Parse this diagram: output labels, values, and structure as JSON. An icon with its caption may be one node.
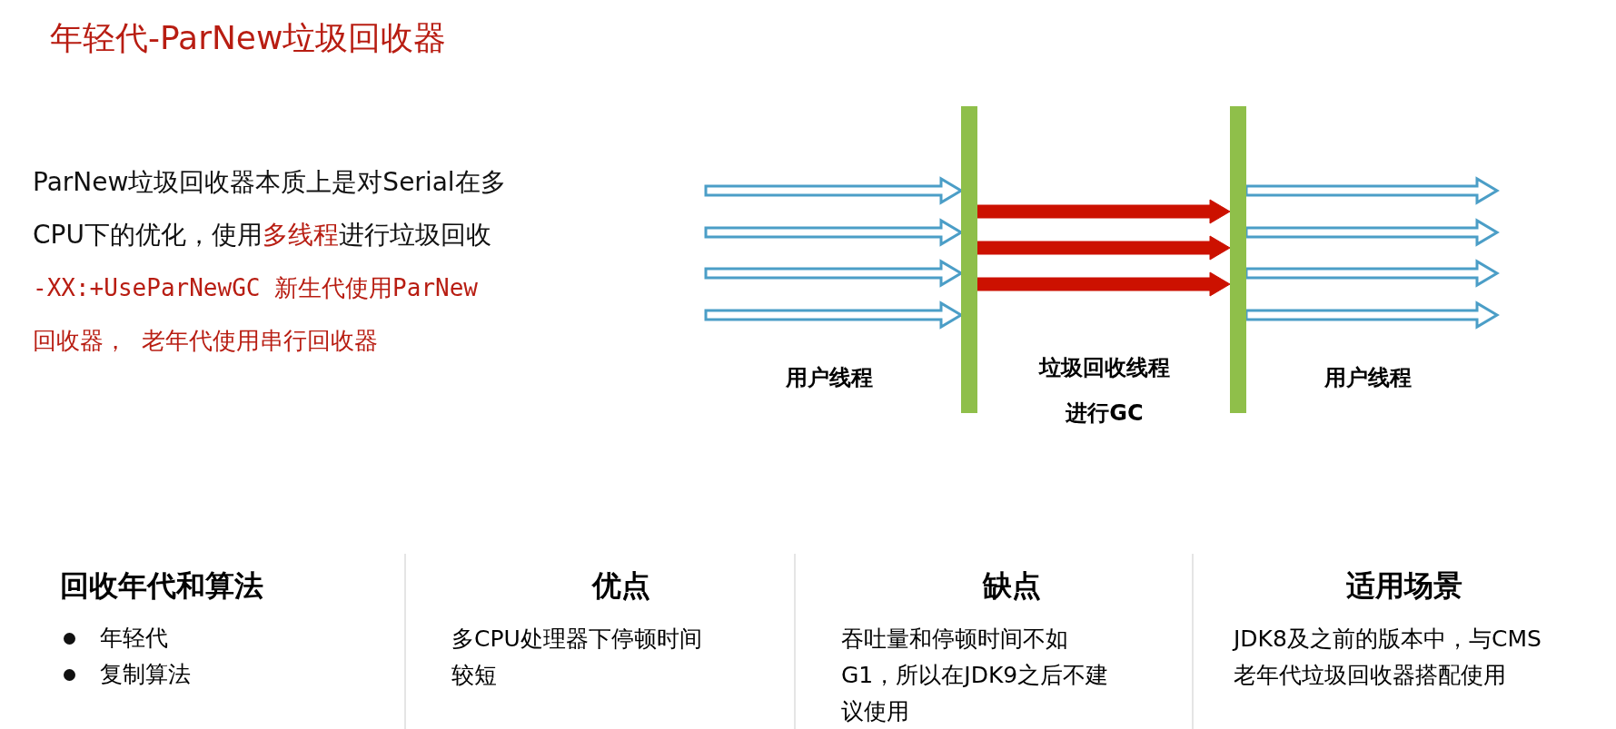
{
  "diagram": {
    "title": "年轻代-ParNew垃圾回收器",
    "nodes": [
      {
        "text": [],
        "shape": "bar"
      },
      {
        "text": [],
        "shape": "bar"
      }
    ],
    "edges": [
      {
        "from": null,
        "to": 0,
        "arrow": "to"
      },
      {
        "from": null,
        "to": 0,
        "arrow": "to"
      },
      {
        "from": null,
        "to": 0,
        "arrow": "to"
      },
      {
        "from": null,
        "to": 0,
        "arrow": "to"
      },
      {
        "from": 0,
        "to": 1,
        "arrow": "to",
        "style": "thick",
        "color": "#cc1100"
      },
      {
        "from": 0,
        "to": 1,
        "arrow": "to",
        "style": "thick",
        "color": "#cc1100"
      },
      {
        "from": 0,
        "to": 1,
        "arrow": "to",
        "style": "thick",
        "color": "#cc1100"
      },
      {
        "from": 1,
        "to": null,
        "arrow": "to"
      },
      {
        "from": 1,
        "to": null,
        "arrow": "to"
      },
      {
        "from": 1,
        "to": null,
        "arrow": "to"
      },
      {
        "from": 1,
        "to": null,
        "arrow": "to"
      }
    ],
    "labels": [
      "ParNew垃圾回收器本质上是对Serial在多CPU下的优化，使用**多线程**进行垃圾回收",
      "-XX:+UseParNewGC 新生代使用ParNew回收器， 老年代使用串行回收器",
      "用户线程",
      "垃圾回收线程进行GC",
      "用户线程",
      "回收年代和算法",
      "年轻代",
      "复制算法",
      "优点",
      "多CPU处理器下停顿时间较短",
      "缺点",
      "吞吐量和停顿时间不如G1，所以在JDK9之后不建议使用",
      "适用场景",
      "JDK8及之前的版本中，与CMS老年代垃圾回收器搭配使用"
    ]
  }
}
